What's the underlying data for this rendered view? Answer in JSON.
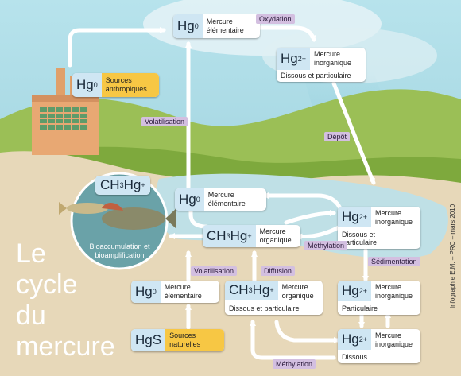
{
  "title_lines": [
    "Le",
    "cycle",
    "du",
    "mercure"
  ],
  "credit": "Infographie E.M. – PRC – mars 2010",
  "nodes": {
    "hg0_top": {
      "symbol": "Hg",
      "sup": "0",
      "label": "Mercure élémentaire"
    },
    "hg2_top": {
      "symbol": "Hg",
      "sup": "2+",
      "label": "Mercure inorganique",
      "sub_label": "Dissous et particulaire"
    },
    "hg0_source": {
      "symbol": "Hg",
      "sup": "0",
      "label": "Sources anthropiques"
    },
    "ch3hg_bubble": {
      "symbol": "CH3Hg+"
    },
    "hg0_mid": {
      "symbol": "Hg",
      "sup": "0",
      "label": "Mercure élémentaire"
    },
    "hg2_mid": {
      "symbol": "Hg",
      "sup": "2+",
      "label": "Mercure inorganique",
      "sub_label": "Dissous et particulaire"
    },
    "ch3hg_mid": {
      "symbol": "CH3Hg+",
      "label": "Mercure organique"
    },
    "hg0_low": {
      "symbol": "Hg",
      "sup": "0",
      "label": "Mercure élémentaire"
    },
    "ch3hg_low": {
      "symbol": "CH3Hg+",
      "label": "Mercure organique",
      "sub_label": "Dissous et particulaire"
    },
    "hg2_part": {
      "symbol": "Hg",
      "sup": "2+",
      "label": "Mercure inorganique",
      "sub_label": "Particulaire"
    },
    "hgs": {
      "symbol": "HgS",
      "label": "Sources naturelles"
    },
    "hg2_dissous": {
      "symbol": "Hg",
      "sup": "2+",
      "label": "Mercure inorganique",
      "sub_label": "Dissous"
    }
  },
  "bubble_text": "Bioaccumulation et bioamplification",
  "processes": {
    "oxydation": "Oxydation",
    "volatilisation_top": "Volatilisation",
    "depot": "Dépôt",
    "methylation_mid": "Méthylation",
    "sedimentation": "Sédimentation",
    "diffusion": "Diffusion",
    "volatilisation_low": "Volatilisation",
    "methylation_low": "Méthylation"
  },
  "colors": {
    "sky": "#a9d8e4",
    "hills": "#8fb34a",
    "sediment": "#e6d7b8",
    "water": "#bfe0e6",
    "symbol_bg": "#cfe6f3",
    "source_bg": "#f7c744",
    "process_bg": "#d3bfe0",
    "factory": "#e8a873"
  }
}
